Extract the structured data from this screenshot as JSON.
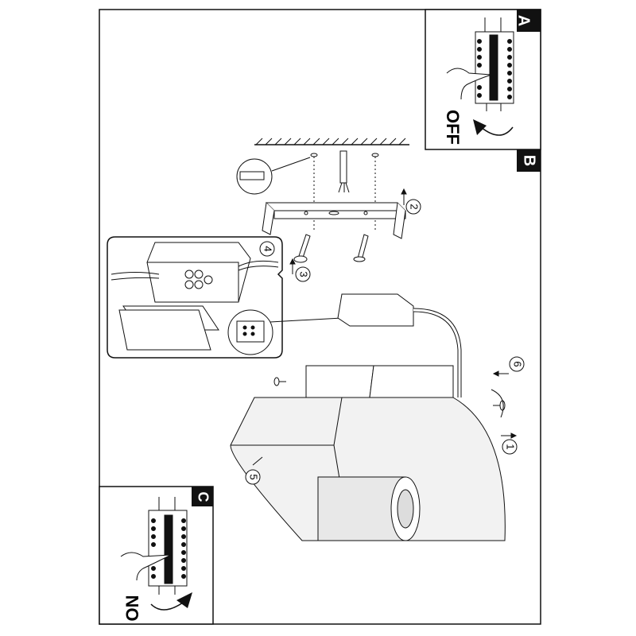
{
  "panels": {
    "a": {
      "label": "A",
      "action": "OFF"
    },
    "b": {
      "label": "B"
    },
    "c": {
      "label": "C",
      "action": "ON"
    }
  },
  "steps": [
    "1",
    "2",
    "3",
    "4",
    "5",
    "6"
  ],
  "colors": {
    "line": "#111111",
    "background": "#ffffff",
    "fill_gray": "#e8e8e8"
  }
}
